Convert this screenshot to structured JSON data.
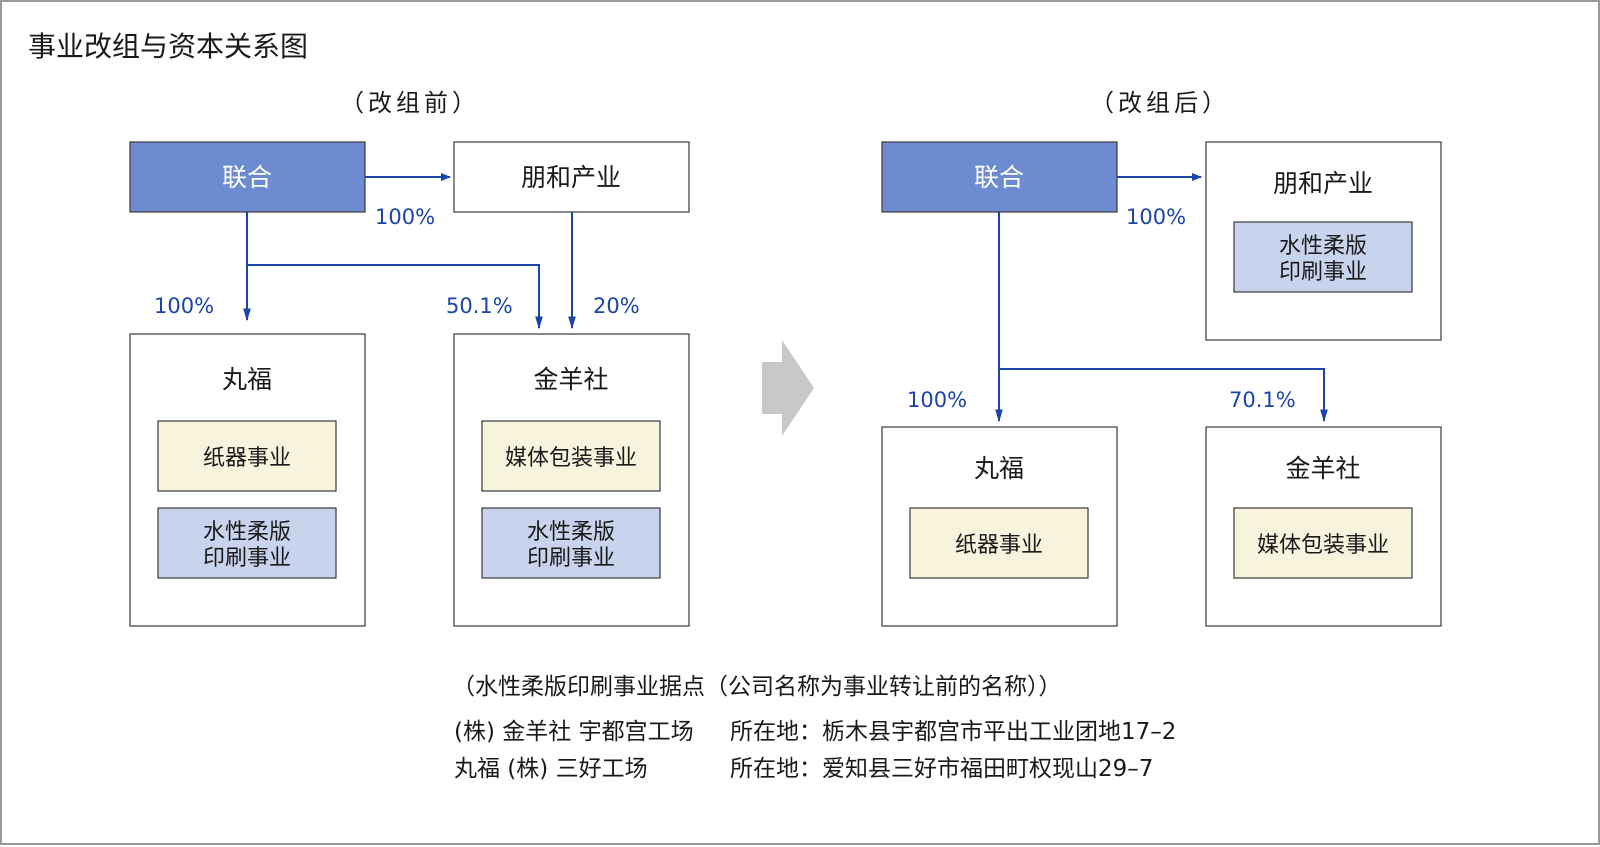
{
  "title": "事业改组与资本关系图",
  "colors": {
    "parent_box": "#6d8bd0",
    "paper_business": "#f8f3dc",
    "flexo_business": "#c8d3ee",
    "arrow": "#1a44a8",
    "transition_arrow": "#c8c8c8"
  },
  "before": {
    "label": "（改组前）",
    "rengo": "联合",
    "howa": "朋和产业",
    "marufuku": {
      "name": "丸福",
      "biz1": "纸器事业",
      "biz2_line1": "水性柔版",
      "biz2_line2": "印刷事业"
    },
    "kinyosha": {
      "name": "金羊社",
      "biz1": "媒体包装事业",
      "biz2_line1": "水性柔版",
      "biz2_line2": "印刷事业"
    },
    "pct_rengo_howa": "100%",
    "pct_rengo_marufuku": "100%",
    "pct_rengo_kinyosha": "50.1%",
    "pct_howa_kinyosha": "20%"
  },
  "after": {
    "label": "（改组后）",
    "rengo": "联合",
    "howa": {
      "name": "朋和产业",
      "biz1_line1": "水性柔版",
      "biz1_line2": "印刷事业"
    },
    "marufuku": {
      "name": "丸福",
      "biz1": "纸器事业"
    },
    "kinyosha": {
      "name": "金羊社",
      "biz1": "媒体包装事业"
    },
    "pct_rengo_howa": "100%",
    "pct_rengo_marufuku": "100%",
    "pct_rengo_kinyosha": "70.1%"
  },
  "notes": {
    "heading": "（水性柔版印刷事业据点（公司名称为事业转让前的名称））",
    "line1_left": "(株) 金羊社 宇都宫工场",
    "line1_right": "所在地：栃木县宇都宫市平出工业团地17–2",
    "line2_left": "丸福 (株) 三好工场",
    "line2_right": "所在地：爱知县三好市福田町权现山29–7"
  }
}
